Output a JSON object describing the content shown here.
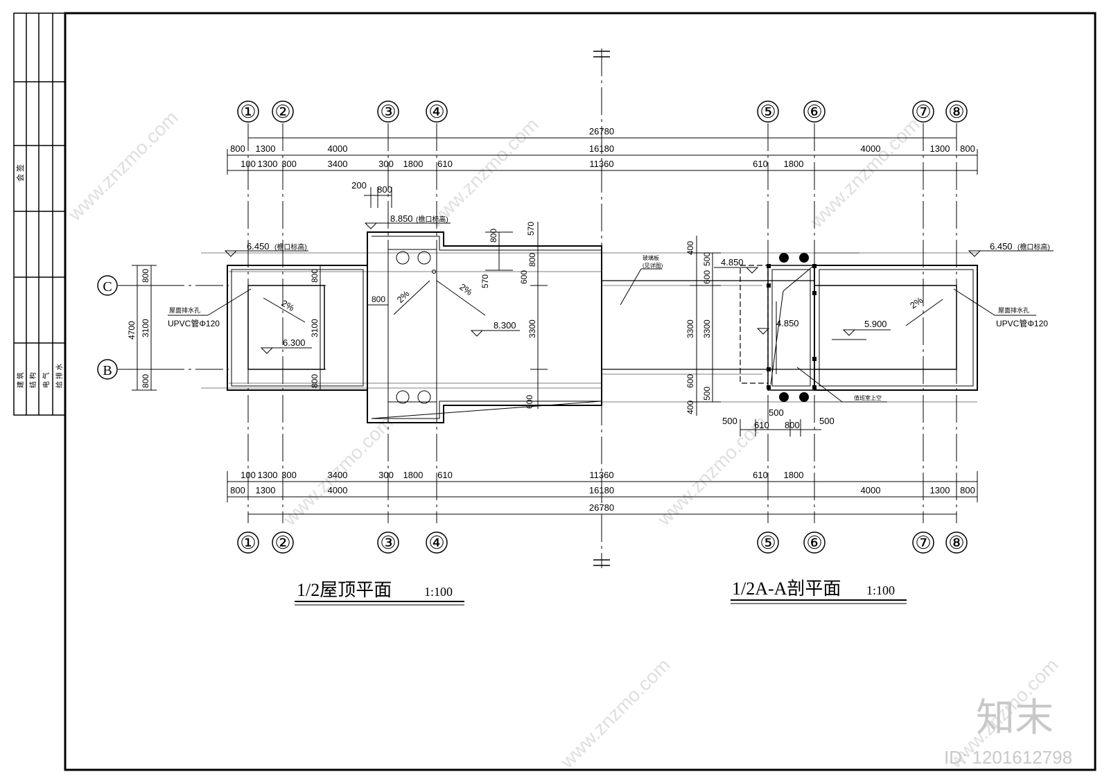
{
  "axes_top": [
    "①",
    "②",
    "③",
    "④",
    "⑤",
    "⑥",
    "⑦",
    "⑧"
  ],
  "axes_bottom": [
    "①",
    "②",
    "③",
    "④",
    "⑤",
    "⑥",
    "⑦",
    "⑧"
  ],
  "axes_side": [
    "C",
    "B"
  ],
  "dims": {
    "overall": "26780",
    "row2": [
      "800",
      "1300",
      "4000",
      "16180",
      "4000",
      "1300",
      "800"
    ],
    "row3_left": [
      "100",
      "1300",
      "300",
      "3400",
      "300",
      "1800",
      "610"
    ],
    "row3_mid": "11360",
    "row3_right": [
      "610",
      "1800"
    ],
    "top_small": [
      "200",
      "800"
    ],
    "left_side": [
      "4700",
      "800",
      "3100",
      "800"
    ],
    "left_inner": [
      "800",
      "3100",
      "800"
    ],
    "core_v": [
      "800",
      "570",
      "800",
      "600",
      "570",
      "3300",
      "600"
    ],
    "core_h": "800",
    "right_v": [
      "400",
      "500",
      "600",
      "3300",
      "3300",
      "600",
      "500",
      "400"
    ],
    "right_h_bottom": [
      "500",
      "610",
      "800",
      "500"
    ],
    "right_500": "500"
  },
  "elevations": {
    "left_eave": "6.450",
    "left_eave_note": "(檐口标高)",
    "core_eave": "8.850",
    "core_eave_note": "(檐口标高)",
    "core_roof": "8.300",
    "left_roof": "6.300",
    "right_eave": "6.450",
    "right_eave_note": "(檐口标高)",
    "right_level1": "4.850",
    "right_level2": "4.850",
    "right_roof": "5.900"
  },
  "slopes": [
    "2%",
    "2%",
    "2%",
    "2%"
  ],
  "notes": {
    "left_drain1": "屋面排水孔",
    "left_drain2": "UPVC管Φ120",
    "right_drain1": "屋面排水孔",
    "right_drain2": "UPVC管Φ120",
    "mid_note1": "玻璃板",
    "mid_note2": "(见详图)",
    "right_bottom_note": "值班室上空"
  },
  "titles": {
    "left": "1/2屋顶平面",
    "left_scale": "1:100",
    "right": "1/2A-A剖平面",
    "right_scale": "1:100"
  },
  "titleblock": {
    "cells": [
      "建 筑",
      "结 构",
      "电 气",
      "给 排 水"
    ],
    "sign": "会 签"
  },
  "watermark": {
    "text": "www.znzmo.com",
    "logo": "知末",
    "id": "ID: 1201612798"
  }
}
